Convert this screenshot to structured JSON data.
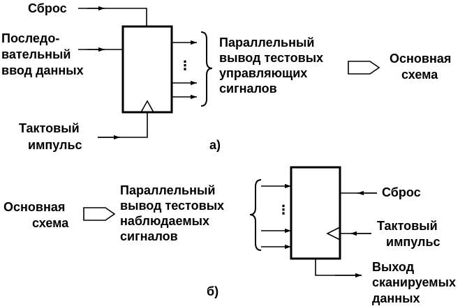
{
  "colors": {
    "ink": "#000000",
    "background": "#ffffff"
  },
  "top": {
    "reset_label": "Сброс",
    "serial_input_label": [
      "Последо-",
      "вательный",
      "ввод данных"
    ],
    "clock_label": [
      "Тактовый",
      "импульс"
    ],
    "outputs_label": [
      "Параллельный",
      "вывод тестовых",
      "управляющих",
      "сигналов"
    ],
    "main_circuit_label": [
      "Основная",
      "схема"
    ],
    "dots": "⋮",
    "caption": "а)"
  },
  "bottom": {
    "main_circuit_label": [
      "Основная",
      "схема"
    ],
    "inputs_label": [
      "Параллельный",
      "вывод тестовых",
      "наблюдаемых",
      "сигналов"
    ],
    "reset_label": "Сброс",
    "clock_label": [
      "Тактовый",
      "импульс"
    ],
    "scan_out_label": [
      "Выход",
      "сканируемых",
      "данных"
    ],
    "dots": "⋮",
    "caption": "б)"
  }
}
